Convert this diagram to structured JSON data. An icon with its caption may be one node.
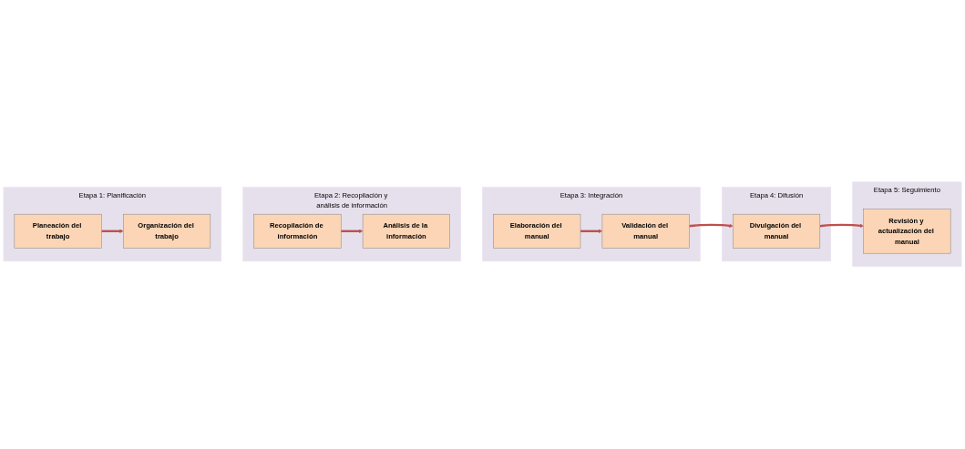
{
  "diagram": {
    "nodes": [
      {
        "text": [
          "Etapa 1: Planificación"
        ]
      },
      {
        "text": [
          "Planeación del trabajo"
        ],
        "in": 0
      },
      {
        "text": [
          "Organización del trabajo"
        ],
        "in": 0
      },
      {
        "text": [
          "Etapa 2: Recopilación y análisis de información"
        ]
      },
      {
        "text": [
          "Recopilación de información"
        ],
        "in": 3
      },
      {
        "text": [
          "Análisis de la información"
        ],
        "in": 3
      },
      {
        "text": [
          "Etapa 3: Integración"
        ]
      },
      {
        "text": [
          "Elaboración del manual"
        ],
        "in": 6
      },
      {
        "text": [
          "Validación del manual"
        ],
        "in": 6
      },
      {
        "text": [
          "Etapa 4: Difusión"
        ]
      },
      {
        "text": [
          "Divulgación del manual"
        ],
        "in": 9
      },
      {
        "text": [
          "Etapa 5: Seguimiento"
        ]
      },
      {
        "text": [
          "Revisión y actualización del manual"
        ],
        "in": 11
      }
    ],
    "edges": [
      {
        "from": 1,
        "to": 2,
        "arrow": "to"
      },
      {
        "from": 4,
        "to": 5,
        "arrow": "to"
      },
      {
        "from": 7,
        "to": 8,
        "arrow": "to"
      },
      {
        "from": 8,
        "to": 10,
        "arrow": "to"
      },
      {
        "from": 10,
        "to": 12,
        "arrow": "to"
      }
    ]
  }
}
